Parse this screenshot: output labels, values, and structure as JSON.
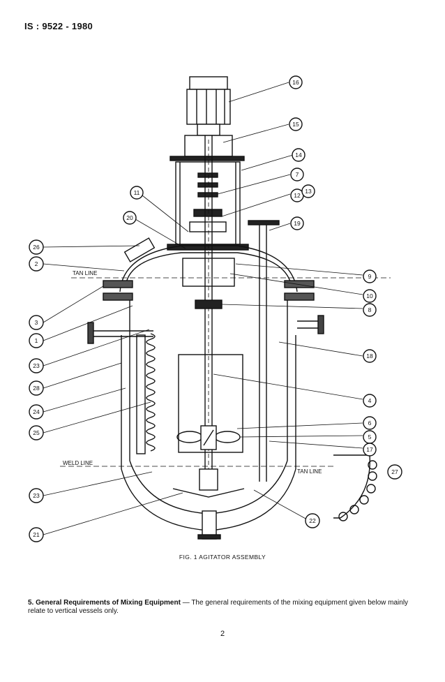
{
  "header": {
    "standard": "IS : 9522 - 1980"
  },
  "figure": {
    "caption": "FIG. 1  AGITATOR ASSEMBLY",
    "labels": {
      "tan_line_top": "TAN LINE",
      "tan_line_bottom": "TAN LINE",
      "weld_line": "WELD LINE"
    },
    "callouts": [
      "1",
      "2",
      "3",
      "4",
      "5",
      "6",
      "7",
      "8",
      "9",
      "10",
      "11",
      "12",
      "13",
      "14",
      "15",
      "16",
      "17",
      "18",
      "19",
      "20",
      "21",
      "22",
      "23",
      "23",
      "24",
      "25",
      "26",
      "27",
      "28"
    ]
  },
  "section": {
    "heading": "5. General Requirements of Mixing Equipment",
    "body": "— The general requirements of the mixing equipment given below mainly relate to vertical vessels only."
  },
  "page_number": "2"
}
